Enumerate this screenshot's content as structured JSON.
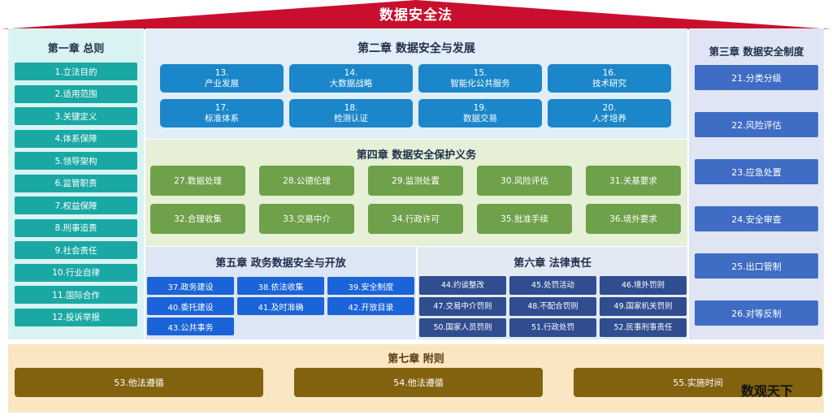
{
  "roof": {
    "title": "数据安全法",
    "color": "#c8102e"
  },
  "ch1": {
    "title": "第一章 总则",
    "items": [
      "1.立法目的",
      "2.适用范围",
      "3.关键定义",
      "4.体系保障",
      "5.领导架构",
      "6.监管职责",
      "7.权益保障",
      "8.刑事追责",
      "9.社会责任",
      "10.行业自律",
      "11.国际合作",
      "12.投诉举报"
    ]
  },
  "ch2": {
    "title": "第二章 数据安全与发展",
    "items": [
      {
        "num": "13.",
        "label": "产业发展"
      },
      {
        "num": "14.",
        "label": "大数据战略"
      },
      {
        "num": "15.",
        "label": "智能化公共服务"
      },
      {
        "num": "16.",
        "label": "技术研究"
      },
      {
        "num": "17.",
        "label": "标准体系"
      },
      {
        "num": "18.",
        "label": "检测认证"
      },
      {
        "num": "19.",
        "label": "数据交易"
      },
      {
        "num": "20.",
        "label": "人才培养"
      }
    ]
  },
  "ch3": {
    "title": "第三章 数据安全制度",
    "items": [
      "21.分类分级",
      "22.风险评估",
      "23.应急处置",
      "24.安全审查",
      "25.出口管制",
      "26.对等反制"
    ]
  },
  "ch4": {
    "title": "第四章 数据安全保护义务",
    "items": [
      "27.数据处理",
      "28.公德伦理",
      "29.监测处置",
      "30.风险评估",
      "31.关基要求",
      "32.合理收集",
      "33.交易中介",
      "34.行政许可",
      "35.批准手续",
      "36.境外要求"
    ]
  },
  "ch5": {
    "title": "第五章 政务数据安全与开放",
    "items": [
      "37.政务建设",
      "38.依法收集",
      "39.安全制度",
      "40.委托建设",
      "41.及时准确",
      "42.开放目录",
      "43.公共事务"
    ]
  },
  "ch6": {
    "title": "第六章 法律责任",
    "items": [
      "44.约谈整改",
      "45.处罚活动",
      "46.境外罚则",
      "47.交易中介罚则",
      "48.不配合罚则",
      "49.国家机关罚则",
      "50.国家人员罚则",
      "51.行政处罚",
      "52.民事刑事责任"
    ]
  },
  "ch7": {
    "title": "第七章 附则",
    "items": [
      "53.他法遵循",
      "54.他法遵循",
      "55.实施时间"
    ]
  },
  "brand": "数观天下"
}
